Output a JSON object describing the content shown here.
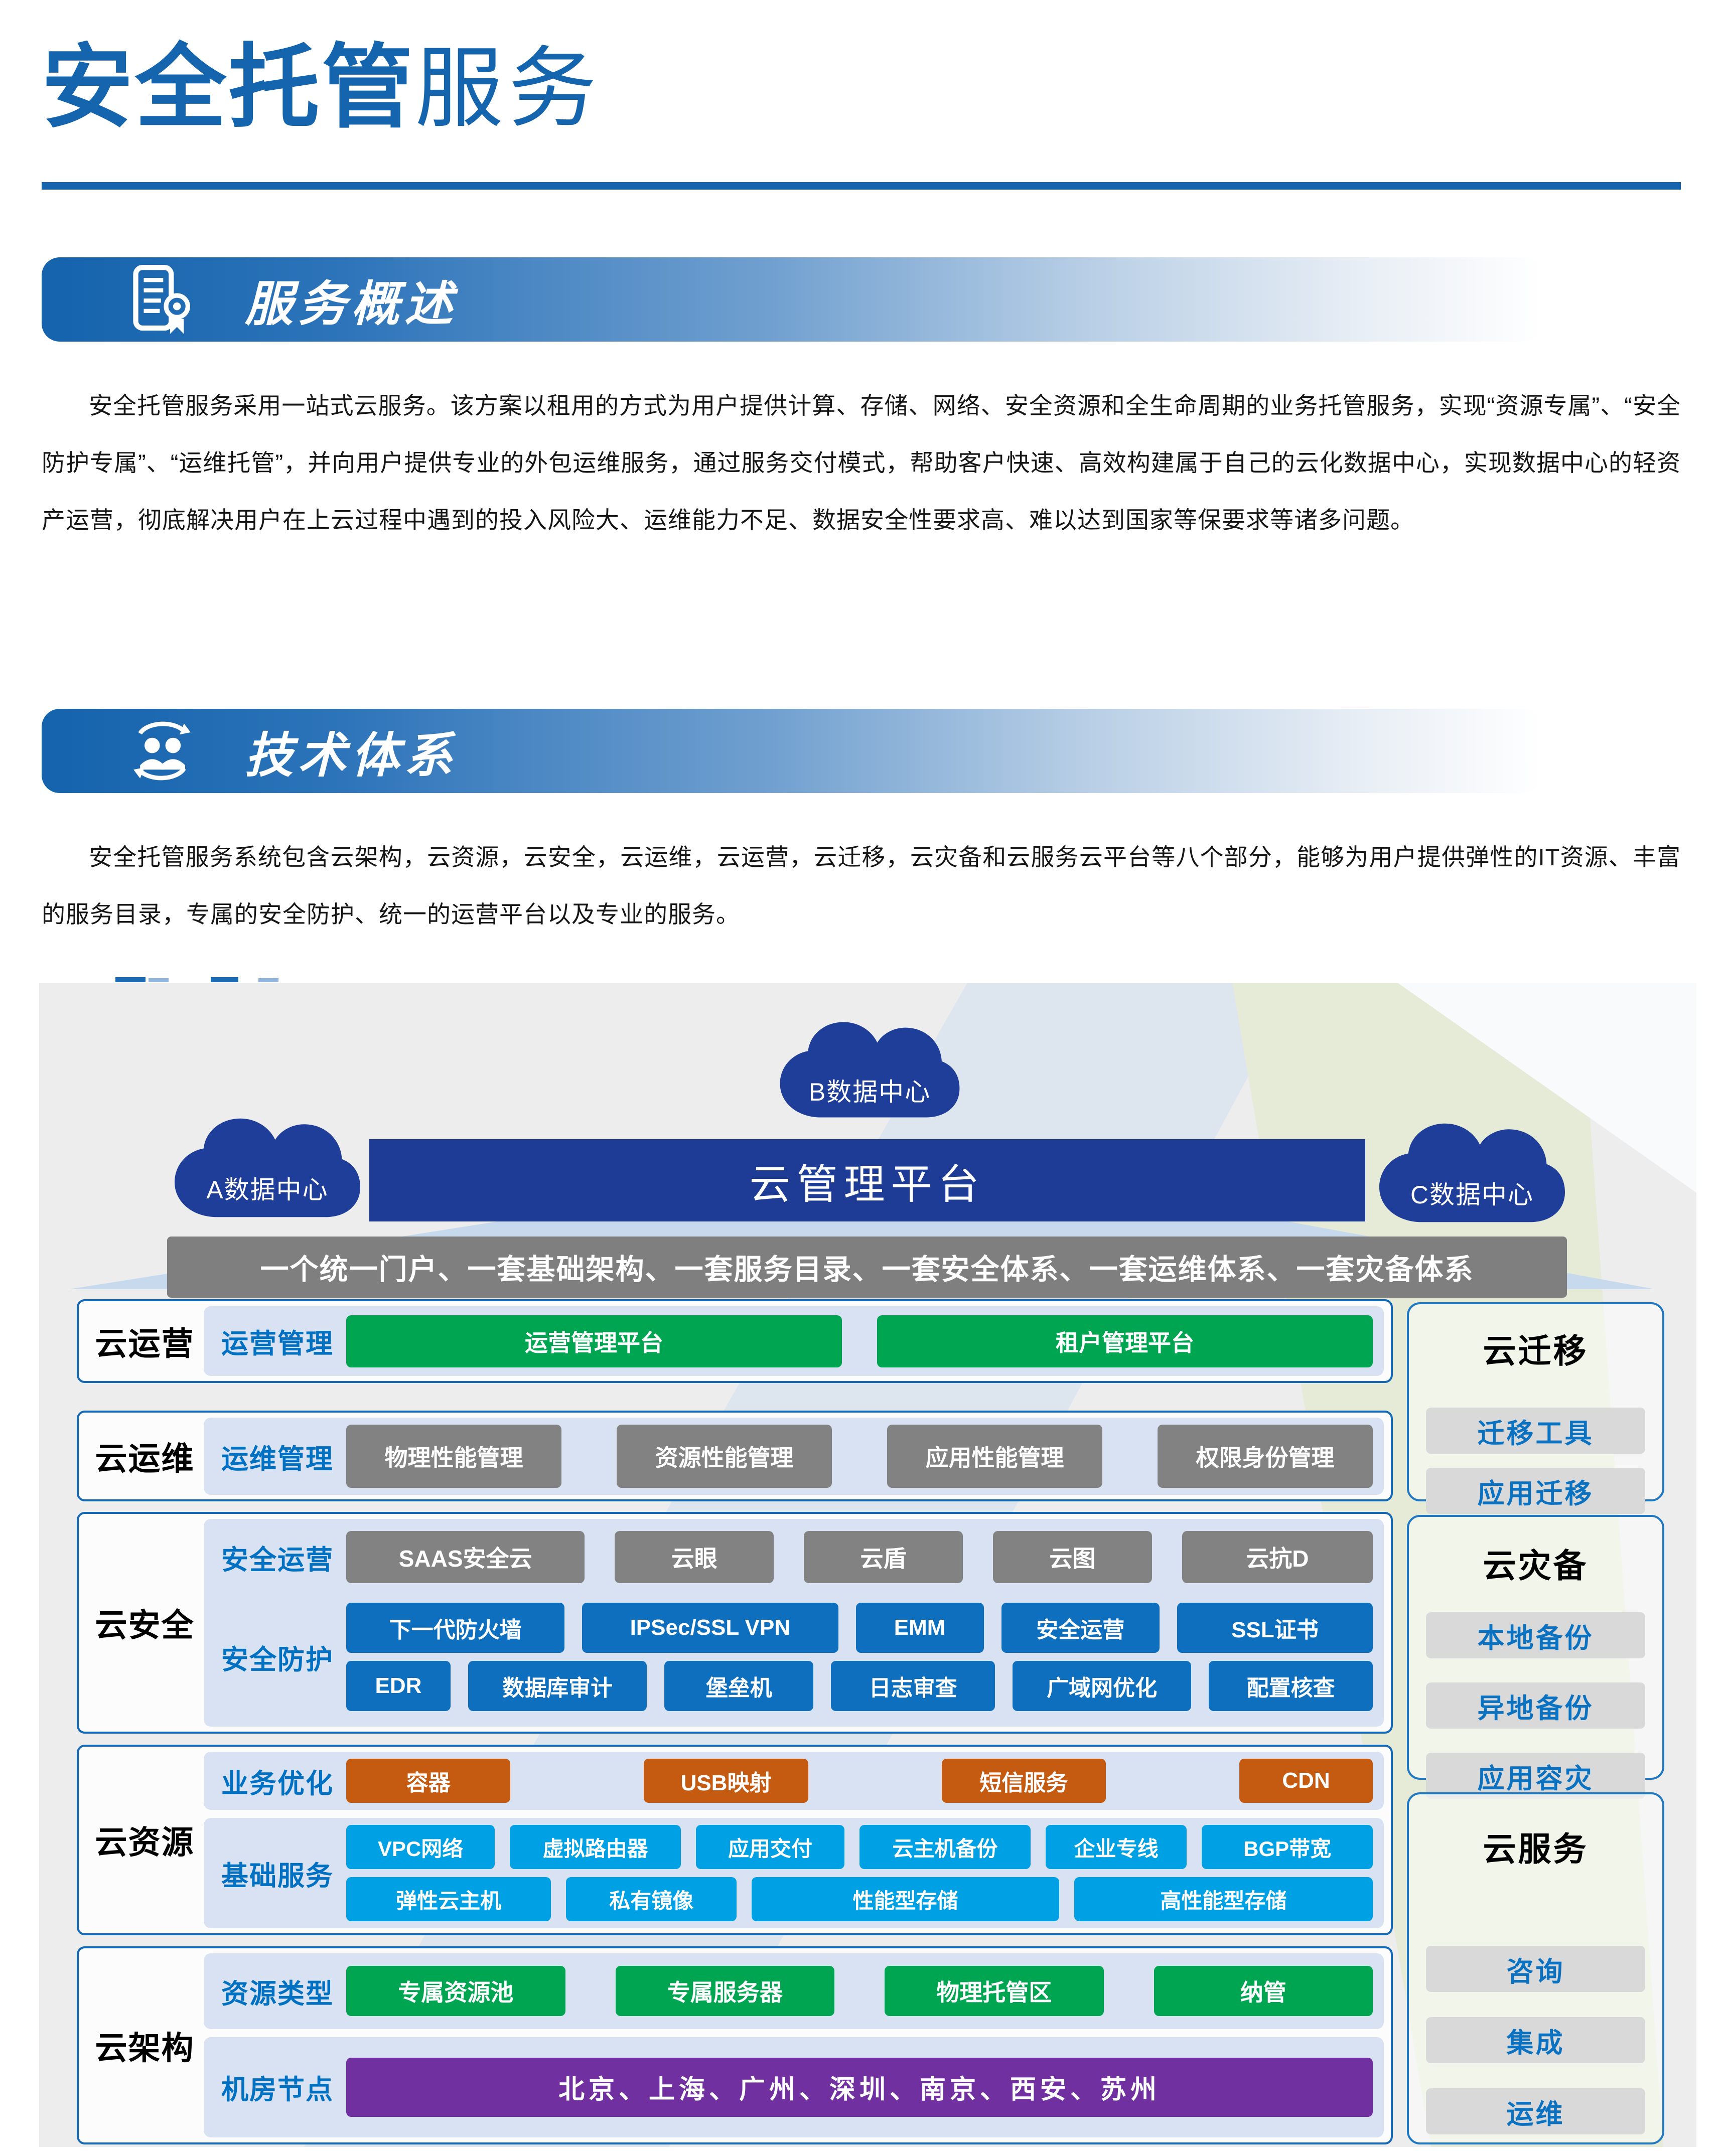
{
  "page": {
    "title_bold": "安全托管",
    "title_light": "服务"
  },
  "sections": [
    {
      "heading": "服务概述",
      "icon": "certificate-icon",
      "paragraph": "安全托管服务采用一站式云服务。该方案以租用的方式为用户提供计算、存储、网络、安全资源和全生命周期的业务托管服务，实现“资源专属”、“安全防护专属”、“运维托管”，并向用户提供专业的外包运维服务，通过服务交付模式，帮助客户快速、高效构建属于自己的云化数据中心，实现数据中心的轻资产运营，彻底解决用户在上云过程中遇到的投入风险大、运维能力不足、数据安全性要求高、难以达到国家等保要求等诸多问题。"
    },
    {
      "heading": "技术体系",
      "icon": "people-sync-icon",
      "paragraph": "安全托管服务系统包含云架构，云资源，云安全，云运维，云运营，云迁移，云灾备和云服务云平台等八个部分，能够为用户提供弹性的IT资源、丰富的服务目录，专属的安全防护、统一的运营平台以及专业的服务。"
    }
  ],
  "diagram": {
    "clouds": [
      "A数据中心",
      "B数据中心",
      "C数据中心"
    ],
    "platform": "云管理平台",
    "unify_bar": "一个统一门户、一套基础架构、一套服务目录、一套安全体系、一套运维体系、一套灾备体系",
    "rows": [
      {
        "label": "云运营",
        "panels": [
          {
            "flex": 1,
            "groups": [
              {
                "label": "运营管理",
                "gap": 70,
                "rows": [
                  [
                    {
                      "t": "运营管理平台",
                      "c": "green",
                      "f": 1
                    },
                    {
                      "t": "租户管理平台",
                      "c": "green",
                      "f": 1
                    }
                  ]
                ]
              }
            ]
          }
        ]
      },
      {
        "label": "云运维",
        "panels": [
          {
            "flex": 1,
            "groups": [
              {
                "label": "运维管理",
                "gap": 110,
                "rows": [
                  [
                    {
                      "t": "物理性能管理",
                      "c": "gray",
                      "f": 1
                    },
                    {
                      "t": "资源性能管理",
                      "c": "gray",
                      "f": 1
                    },
                    {
                      "t": "应用性能管理",
                      "c": "gray",
                      "f": 1
                    },
                    {
                      "t": "权限身份管理",
                      "c": "gray",
                      "f": 1
                    }
                  ]
                ]
              }
            ]
          }
        ]
      },
      {
        "label": "云安全",
        "panels": [
          {
            "flex": 1,
            "groups": [
              {
                "label": "安全运营",
                "gap": 60,
                "rows": [
                  [
                    {
                      "t": "SAAS安全云",
                      "c": "gray",
                      "f": 1.5
                    },
                    {
                      "t": "云眼",
                      "c": "gray",
                      "f": 1
                    },
                    {
                      "t": "云盾",
                      "c": "gray",
                      "f": 1
                    },
                    {
                      "t": "云图",
                      "c": "gray",
                      "f": 1
                    },
                    {
                      "t": "云抗D",
                      "c": "gray",
                      "f": 1.2
                    }
                  ]
                ]
              },
              {
                "label": "安全防护",
                "gap": 35,
                "rows": [
                  [
                    {
                      "t": "下一代防火墙",
                      "c": "blue",
                      "f": 1.45
                    },
                    {
                      "t": "IPSec/SSL VPN",
                      "c": "blue",
                      "f": 1.7
                    },
                    {
                      "t": "EMM",
                      "c": "blue",
                      "f": 0.85
                    },
                    {
                      "t": "安全运营",
                      "c": "blue",
                      "f": 1.05
                    },
                    {
                      "t": "SSL证书",
                      "c": "blue",
                      "f": 1.3
                    }
                  ],
                  [
                    {
                      "t": "EDR",
                      "c": "blue",
                      "f": 0.7
                    },
                    {
                      "t": "数据库审计",
                      "c": "blue",
                      "f": 1.2
                    },
                    {
                      "t": "堡垒机",
                      "c": "blue",
                      "f": 1
                    },
                    {
                      "t": "日志审查",
                      "c": "blue",
                      "f": 1.1
                    },
                    {
                      "t": "广域网优化",
                      "c": "blue",
                      "f": 1.2
                    },
                    {
                      "t": "配置核查",
                      "c": "blue",
                      "f": 1.1
                    }
                  ]
                ]
              }
            ]
          }
        ]
      },
      {
        "label": "云资源",
        "panels": [
          {
            "flex": 1,
            "groups": [
              {
                "label": "业务优化",
                "justify": "space-between",
                "rows": [
                  [
                    {
                      "t": "容器",
                      "c": "orange",
                      "w": "16%"
                    },
                    {
                      "t": "USB映射",
                      "c": "orange",
                      "w": "16%"
                    },
                    {
                      "t": "短信服务",
                      "c": "orange",
                      "w": "16%"
                    },
                    {
                      "t": "CDN",
                      "c": "orange",
                      "w": "13%"
                    }
                  ]
                ]
              }
            ]
          },
          {
            "flex": 2,
            "groups": [
              {
                "label": "基础服务",
                "gap": 30,
                "rows": [
                  [
                    {
                      "t": "VPC网络",
                      "c": "cyan",
                      "f": 1
                    },
                    {
                      "t": "虚拟路由器",
                      "c": "cyan",
                      "f": 1.15
                    },
                    {
                      "t": "应用交付",
                      "c": "cyan",
                      "f": 1
                    },
                    {
                      "t": "云主机备份",
                      "c": "cyan",
                      "f": 1.15
                    },
                    {
                      "t": "企业专线",
                      "c": "cyan",
                      "f": 0.95
                    },
                    {
                      "t": "BGP带宽",
                      "c": "cyan",
                      "f": 1.15
                    }
                  ],
                  [
                    {
                      "t": "弹性云主机",
                      "c": "cyan",
                      "f": 1.2
                    },
                    {
                      "t": "私有镜像",
                      "c": "cyan",
                      "f": 1
                    },
                    {
                      "t": "性能型存储",
                      "c": "cyan",
                      "f": 1.8
                    },
                    {
                      "t": "高性能型存储",
                      "c": "cyan",
                      "f": 1.75
                    }
                  ]
                ]
              }
            ]
          }
        ]
      },
      {
        "label": "云架构",
        "panels": [
          {
            "flex": 1,
            "groups": [
              {
                "label": "资源类型",
                "gap": 100,
                "rows": [
                  [
                    {
                      "t": "专属资源池",
                      "c": "green",
                      "f": 1
                    },
                    {
                      "t": "专属服务器",
                      "c": "green",
                      "f": 1
                    },
                    {
                      "t": "物理托管区",
                      "c": "green",
                      "f": 1
                    },
                    {
                      "t": "纳管",
                      "c": "green",
                      "f": 1
                    }
                  ]
                ]
              }
            ]
          },
          {
            "flex": 1.4,
            "groups": [
              {
                "label": "机房节点",
                "gap": 0,
                "rows": [
                  [
                    {
                      "t": "北京、上海、广州、深圳、南京、西安、苏州",
                      "c": "purple",
                      "f": 1
                    }
                  ]
                ]
              }
            ]
          }
        ]
      }
    ],
    "side_panels": [
      {
        "title": "云迁移",
        "items": [
          "迁移工具",
          "应用迁移"
        ]
      },
      {
        "title": "云灾备",
        "items": [
          "本地备份",
          "异地备份",
          "应用容灾"
        ]
      },
      {
        "title": "云服务",
        "items": [
          "咨询",
          "集成",
          "运维"
        ]
      }
    ]
  },
  "colors": {
    "accent_blue": "#1565ae",
    "dark_blue": "#1e3c96",
    "unify_gray": "#7f7f7f",
    "green": "#00a551",
    "gray": "#828282",
    "blue": "#0e6fbf",
    "cyan": "#00a0e4",
    "orange": "#c55a11",
    "purple": "#7030a0",
    "panel_blue": "#d9e2f2",
    "side_button_bg": "#d9d9d9",
    "side_button_text": "#0b72c1"
  }
}
